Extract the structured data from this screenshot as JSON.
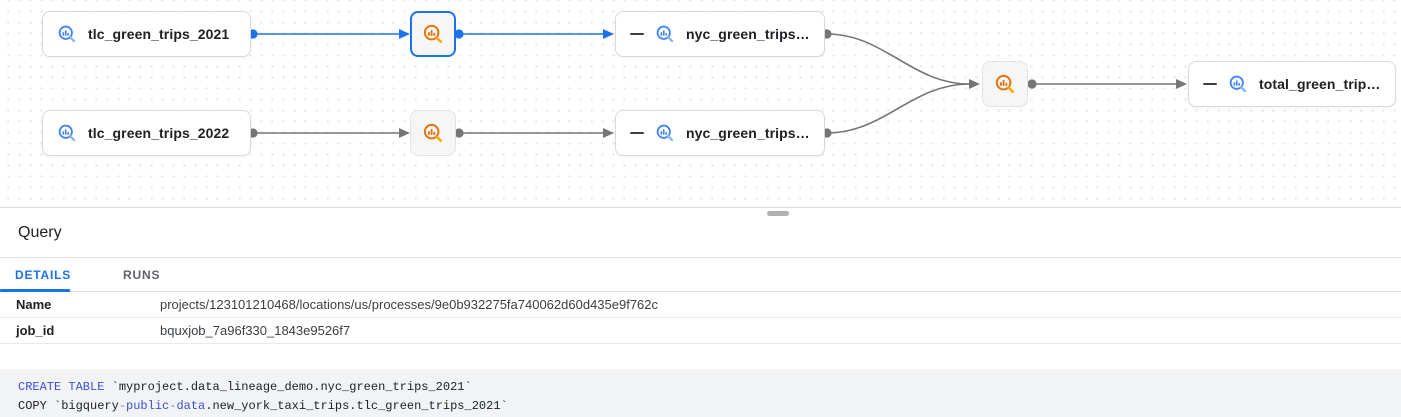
{
  "graph": {
    "nodes": {
      "tlc_2021": {
        "label": "tlc_green_trips_2021",
        "type": "bigquery-table"
      },
      "tlc_2022": {
        "label": "tlc_green_trips_2022",
        "type": "bigquery-table"
      },
      "nyc_2021": {
        "label": "nyc_green_trips…",
        "type": "bigquery-table",
        "collapsed": true
      },
      "nyc_2022": {
        "label": "nyc_green_trips…",
        "type": "bigquery-table",
        "collapsed": true
      },
      "total": {
        "label": "total_green_trip…",
        "type": "bigquery-table",
        "collapsed": true
      }
    },
    "process_nodes": {
      "count": 3,
      "selected": "process-1",
      "icon": "bigquery-query-icon"
    }
  },
  "panel": {
    "title": "Query",
    "tabs": [
      {
        "label": "DETAILS",
        "active": true
      },
      {
        "label": "RUNS",
        "active": false
      }
    ],
    "details": [
      {
        "label": "Name",
        "value": "projects/123101210468/locations/us/processes/9e0b932275fa740062d60d435e9f762c"
      },
      {
        "label": "job_id",
        "value": "bquxjob_7a96f330_1843e9526f7"
      }
    ]
  },
  "code": {
    "lines": [
      {
        "segments": [
          {
            "text": "CREATE TABLE",
            "type": "keyword"
          },
          {
            "text": " `myproject.data_lineage_demo.nyc_green_trips_2021`",
            "type": "plain"
          }
        ]
      },
      {
        "segments": [
          {
            "text": "COPY `bigquery",
            "type": "plain"
          },
          {
            "text": "-",
            "type": "operator"
          },
          {
            "text": "public",
            "type": "keyword"
          },
          {
            "text": "-",
            "type": "operator"
          },
          {
            "text": "data",
            "type": "keyword"
          },
          {
            "text": ".new_york_taxi_trips.tlc_green_trips_2021`",
            "type": "plain"
          }
        ]
      }
    ]
  },
  "colors": {
    "accent_blue": "#1a73e8",
    "bigquery_icon_blue": "#4285f4",
    "process_icon_orange": "#e8710a",
    "edge_gray": "#757575",
    "keyword_blue": "#3f4ed7",
    "code_background": "#f1f3f4"
  }
}
